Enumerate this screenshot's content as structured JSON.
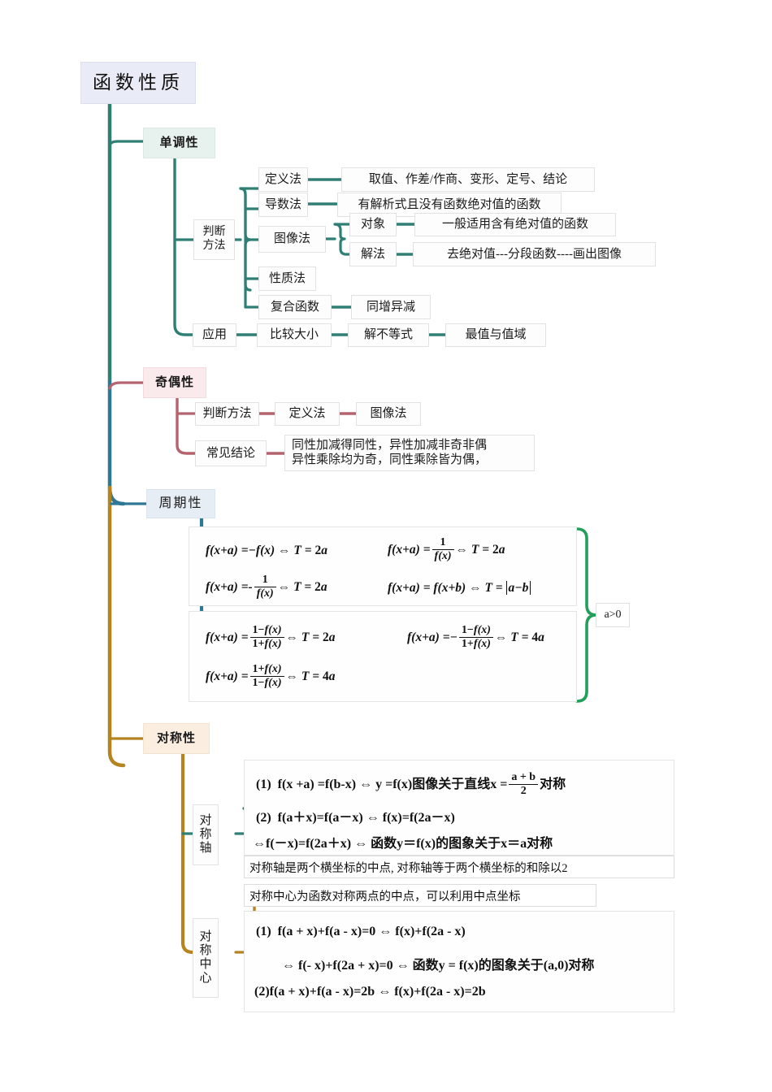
{
  "title": "函数性质",
  "root": {
    "label": "函数性质"
  },
  "branches": {
    "monotonicity": {
      "label": "单调性",
      "color": "#2f7f74",
      "children": {
        "method": {
          "label_line1": "判断",
          "label_line2": "方法"
        },
        "definition": {
          "label": "定义法",
          "detail": "取值、作差/作商、变形、定号、结论"
        },
        "derivative": {
          "label": "导数法",
          "detail": "有解析式且没有函数绝对值的函数"
        },
        "graph": {
          "label": "图像法",
          "object": {
            "label": "对象",
            "detail": "一般适用含有绝对值的函数"
          },
          "solution": {
            "label": "解法",
            "detail": "去绝对值---分段函数----画出图像"
          }
        },
        "property": {
          "label": "性质法"
        },
        "composite": {
          "label": "复合函数",
          "detail": "同增异减"
        },
        "application": {
          "label": "应用",
          "chain": [
            "比较大小",
            "解不等式",
            "最值与值域"
          ]
        }
      }
    },
    "parity": {
      "label": "奇偶性",
      "color": "#b5636f",
      "children": {
        "method": {
          "label": "判断方法",
          "chain": [
            "定义法",
            "图像法"
          ]
        },
        "conclusion": {
          "label": "常见结论",
          "line1": "同性加减得同性，异性加减非奇非偶",
          "line2": "异性乘除均为奇，同性乘除皆为偶，"
        }
      }
    },
    "periodicity": {
      "label": "周期性",
      "color": "#2e7895",
      "condition": "a>0",
      "formulas_group1": [
        "f(x+a) = -f(x) ⟺ T = 2a",
        "f(x+a) = 1/f(x) ⟺ T = 2a",
        "f(x+a) = -1/f(x) ⟺ T = 2a",
        "f(x+a) = f(x+b) ⟺ T = |a-b|"
      ],
      "formulas_group2": [
        "f(x+a) = (1-f(x))/(1+f(x)) ⟺ T = 2a",
        "f(x+a) = -(1-f(x))/(1+f(x)) ⟺ T = 4a",
        "f(x+a) = (1+f(x))/(1-f(x)) ⟺ T = 4a"
      ]
    },
    "symmetry": {
      "label": "对称性",
      "color": "#b58420",
      "axis": {
        "label_chars": [
          "对",
          "称",
          "轴"
        ],
        "formula1": "(1) f(x+a) = f(b-x) ⟺ y = f(x)图像关于直线x = (a+b)/2 对称",
        "formula2": "(2) f(a＋x)=f(a－x) ⟺ f(x)=f(2a－x)",
        "formula3": "⟺f(－x)=f(2a＋x) ⟺ 函数y＝f(x)的图象关于x＝a对称",
        "note": "对称轴是两个横坐标的中点, 对称轴等于两个横坐标的和除以2"
      },
      "center": {
        "label_chars": [
          "对",
          "称",
          "中",
          "心"
        ],
        "note": "对称中心为函数对称两点的中点，可以利用中点坐标",
        "formula1": "(1) f(a + x)+f(a - x)=0 ⟺ f(x)+f(2a - x)",
        "formula2": "⟺ f(- x)+f(2a + x)=0 ⟺ 函数y = f(x)的图象关于(a,0)对称",
        "formula3": "(2)f(a + x)+f(a - x)=2b ⟺ f(x)+f(2a - x)=2b"
      }
    }
  },
  "colors": {
    "teal": "#2f7f74",
    "rose": "#b5636f",
    "blue": "#2e7895",
    "gold": "#b58420",
    "green_brace": "#22a05a",
    "root_bg": "#e9ebf6",
    "mono_bg": "#e7f2ef",
    "parity_bg": "#fbeaec",
    "period_bg": "#e6edf5",
    "symm_bg": "#fbeee0"
  }
}
